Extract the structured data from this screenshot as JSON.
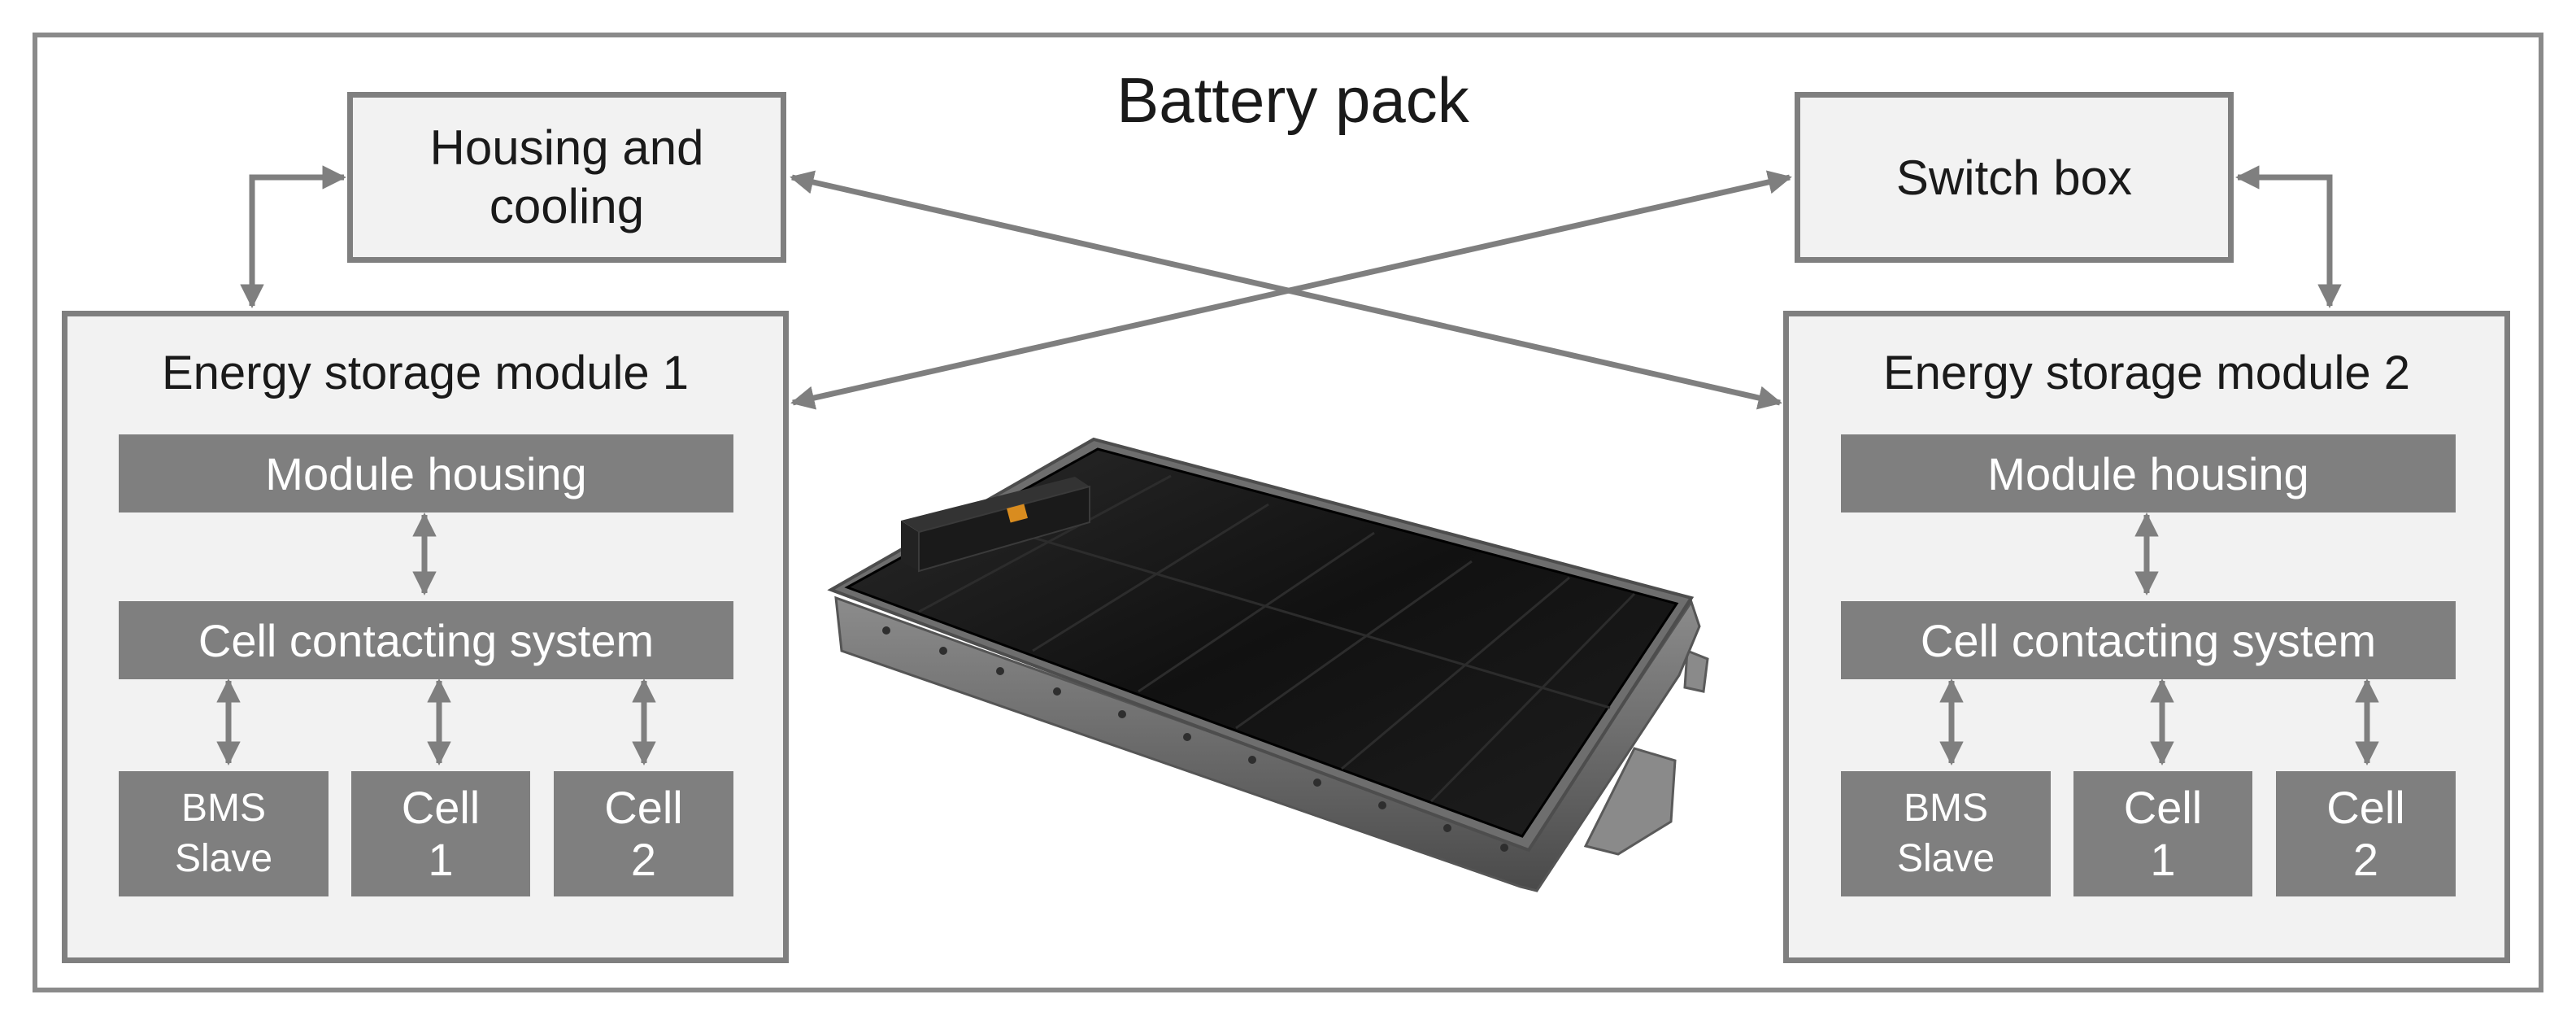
{
  "title": "Battery pack",
  "housing_box": {
    "label_line1": "Housing and",
    "label_line2": "cooling"
  },
  "switch_box": {
    "label": "Switch box"
  },
  "modules": [
    {
      "title": "Energy storage module 1",
      "housing": "Module housing",
      "contacting": "Cell contacting system",
      "bms_line1": "BMS",
      "bms_line2": "Slave",
      "cell1_line1": "Cell",
      "cell1_line2": "1",
      "cell2_line1": "Cell",
      "cell2_line2": "2"
    },
    {
      "title": "Energy storage module 2",
      "housing": "Module housing",
      "contacting": "Cell contacting system",
      "bms_line1": "BMS",
      "bms_line2": "Slave",
      "cell1_line1": "Cell",
      "cell1_line2": "1",
      "cell2_line1": "Cell",
      "cell2_line2": "2"
    }
  ],
  "colors": {
    "box_fill": "#f2f2f2",
    "box_border": "#7f7f7f",
    "dark_bar": "#7f7f7f",
    "arrow": "#7f7f7f",
    "text": "#1a1a1a"
  }
}
